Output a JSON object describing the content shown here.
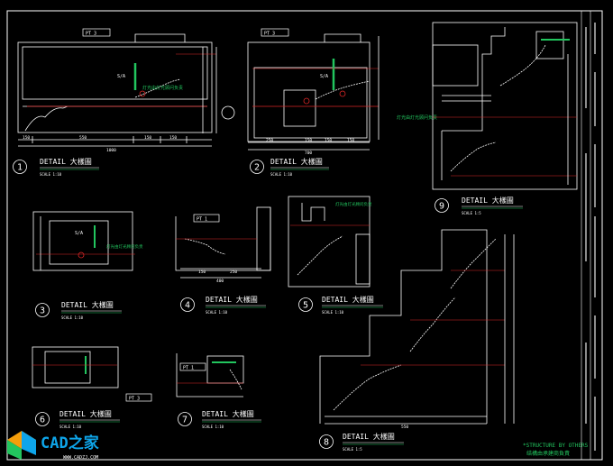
{
  "sheet": {
    "background": "#000000",
    "line_color": "#ffffff",
    "accent_green": "#22c55e",
    "accent_red": "#dc2626",
    "accent_cyan": "#0ea5e9",
    "note_color": "#16a34a"
  },
  "details": [
    {
      "num": "1",
      "title": "DETAIL 大樣圖",
      "scale": "SCALE  1:10"
    },
    {
      "num": "2",
      "title": "DETAIL 大樣圖",
      "scale": "SCALE  1:10"
    },
    {
      "num": "3",
      "title": "DETAIL 大樣圖",
      "scale": "SCALE  1:10"
    },
    {
      "num": "4",
      "title": "DETAIL 大樣圖",
      "scale": "SCALE  1:10"
    },
    {
      "num": "5",
      "title": "DETAIL 大樣圖",
      "scale": "SCALE  1:10"
    },
    {
      "num": "6",
      "title": "DETAIL 大樣圖",
      "scale": "SCALE  1:10"
    },
    {
      "num": "7",
      "title": "DETAIL 大樣圖",
      "scale": "SCALE  1:10"
    },
    {
      "num": "8",
      "title": "DETAIL 大樣圖",
      "scale": "SCALE  1:5"
    },
    {
      "num": "9",
      "title": "DETAIL 大樣圖",
      "scale": "SCALE  1:5"
    }
  ],
  "tags": {
    "pt3": "PT  3",
    "pt1": "PT  1"
  },
  "annotations": {
    "light_note": "灯光由灯光顾问负责",
    "structure_en": "*STRUCTURE BY OTHERS",
    "structure_cn": "结構由承建商負責",
    "sa": "S/A"
  },
  "dims": {
    "d1": [
      "150",
      "550",
      "150",
      "150",
      "1000"
    ],
    "d2": [
      "250",
      "150",
      "150",
      "150",
      "700"
    ],
    "d4": [
      "150",
      "250",
      "400"
    ],
    "d8": [
      "550"
    ]
  },
  "watermark": {
    "brand": "CAD之家",
    "url": "WWW.CADZJ.COM"
  }
}
